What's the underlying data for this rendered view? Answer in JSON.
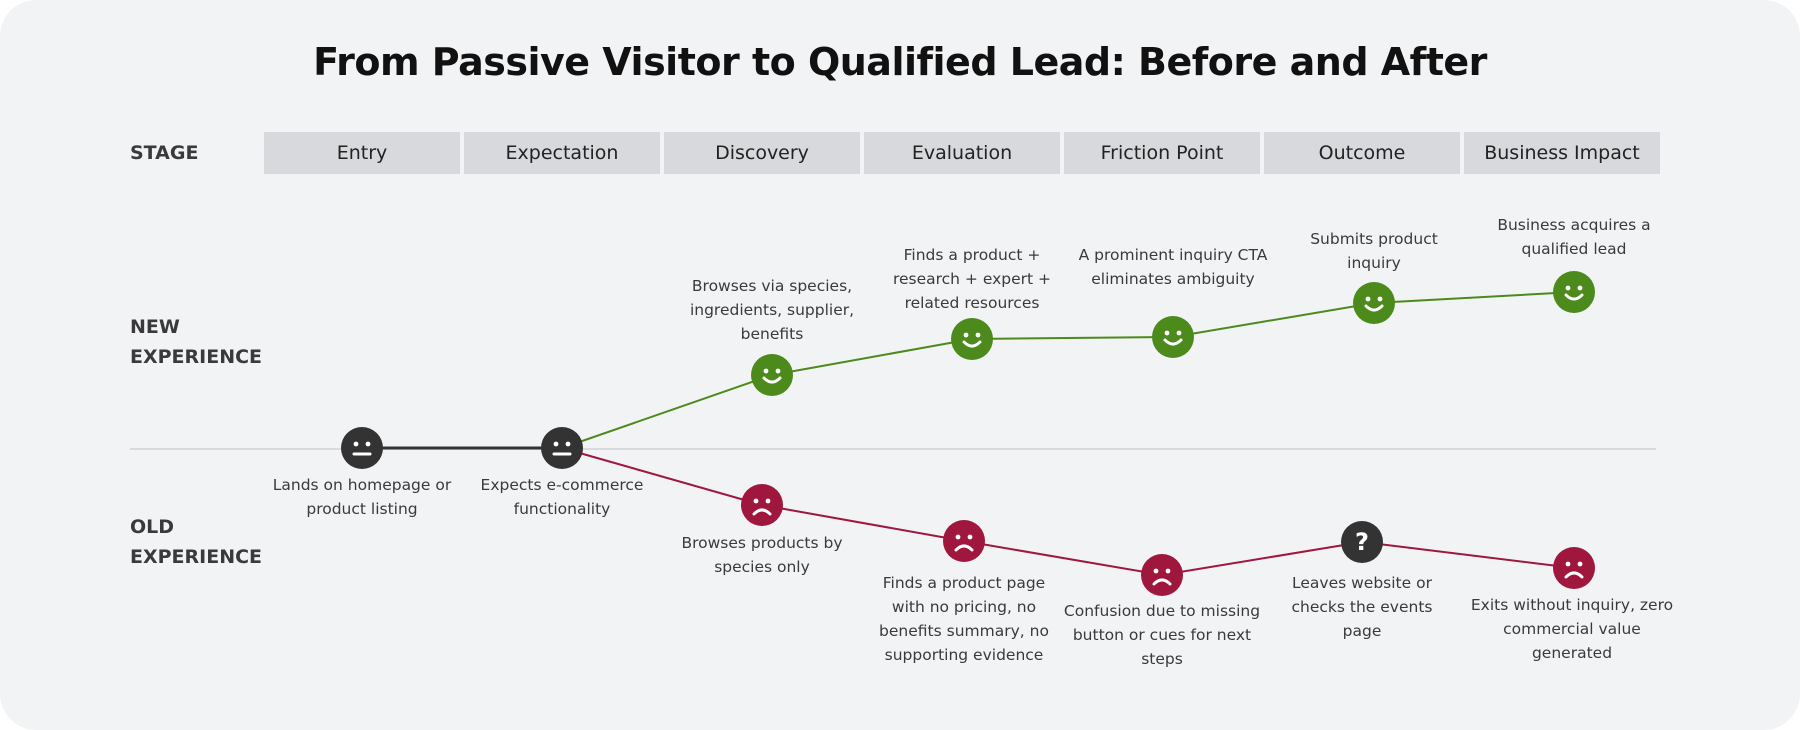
{
  "title": "From Passive Visitor to Qualified Lead: Before and After",
  "row_labels": {
    "stage": "STAGE",
    "new_experience": "NEW\nEXPERIENCE",
    "old_experience": "OLD\nEXPERIENCE"
  },
  "stages": [
    "Entry",
    "Expectation",
    "Discovery",
    "Evaluation",
    "Friction Point",
    "Outcome",
    "Business Impact"
  ],
  "colors": {
    "positive": "#4c8a1b",
    "negative": "#a0173e",
    "neutral": "#333333",
    "stage_bg": "#d7d9dd",
    "card_bg": "#f2f3f5"
  },
  "shared_steps": [
    {
      "mood": "neutral",
      "icon": "neutral-face-icon",
      "text": "Lands on homepage or product listing"
    },
    {
      "mood": "neutral",
      "icon": "neutral-face-icon",
      "text": "Expects e-commerce functionality"
    }
  ],
  "new_experience": [
    {
      "mood": "positive",
      "icon": "smiley-face-icon",
      "text": "Browses via species, ingredients, supplier, benefits"
    },
    {
      "mood": "positive",
      "icon": "smiley-face-icon",
      "text": "Finds a product + research + expert + related resources"
    },
    {
      "mood": "positive",
      "icon": "smiley-face-icon",
      "text": "A prominent inquiry CTA eliminates ambiguity"
    },
    {
      "mood": "positive",
      "icon": "smiley-face-icon",
      "text": "Submits product inquiry"
    },
    {
      "mood": "positive",
      "icon": "smiley-face-icon",
      "text": "Business acquires a qualified lead"
    }
  ],
  "old_experience": [
    {
      "mood": "negative",
      "icon": "frown-face-icon",
      "text": "Browses products by species only"
    },
    {
      "mood": "negative",
      "icon": "frown-face-icon",
      "text": "Finds a product page with no pricing, no benefits summary, no supporting evidence"
    },
    {
      "mood": "negative",
      "icon": "frown-face-icon",
      "text": "Confusion due to missing button or cues for next steps"
    },
    {
      "mood": "question",
      "icon": "question-mark-icon",
      "text": "Leaves website or checks the events page"
    },
    {
      "mood": "negative",
      "icon": "frown-face-icon",
      "text": "Exits without inquiry, zero commercial value generated"
    }
  ],
  "question_glyph": "?"
}
